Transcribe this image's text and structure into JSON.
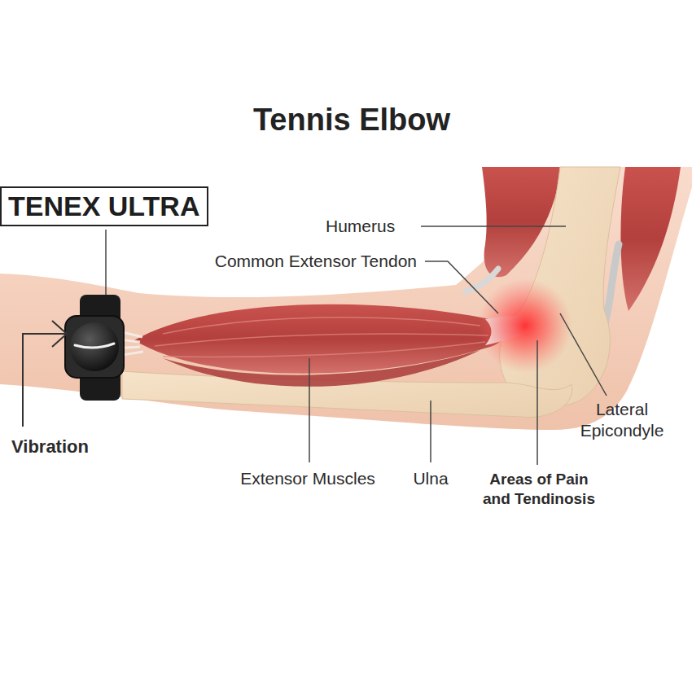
{
  "diagram": {
    "title": "Tennis Elbow",
    "nodes": [
      {
        "text": [
          "TENEX ULTRA"
        ]
      }
    ],
    "labels": [
      "Humerus",
      "Common Extensor Tendon",
      "Lateral Epicondyle",
      "Vibration",
      "Extensor Muscles",
      "Ulna",
      "Areas of Pain and Tendinosis"
    ]
  }
}
